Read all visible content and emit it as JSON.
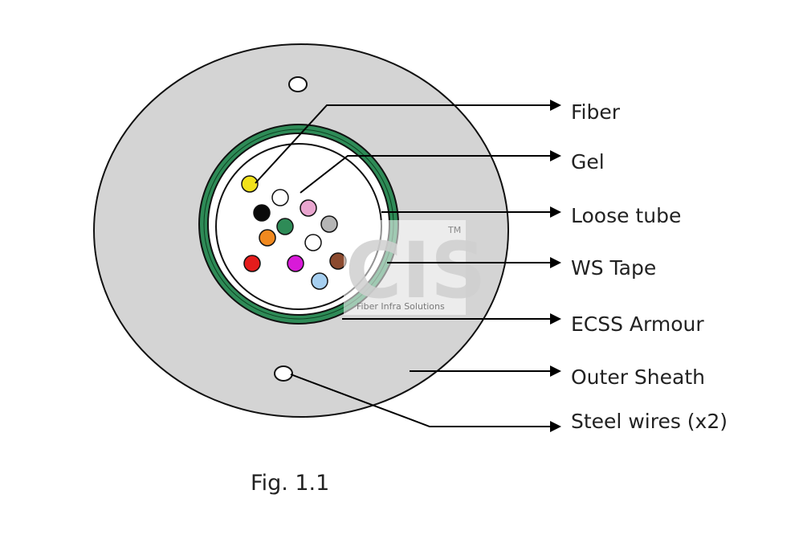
{
  "labels": [
    "Fiber",
    "Gel",
    "Loose tube",
    "WS Tape",
    "ECSS Armour",
    "Outer Sheath",
    "Steel wires (x2)"
  ],
  "caption": "Fig. 1.1",
  "watermark": {
    "tm": "TM",
    "text": "Fiber Infra Solutions"
  },
  "colors": {
    "sheath": "#d4d4d4",
    "armour": "#2e8b57",
    "fibers": [
      "#f1e21b",
      "#ffffff",
      "#0a0a0a",
      "#e9a6cf",
      "#2e8b57",
      "#b5b5b5",
      "#f0891f",
      "#ffffff",
      "#e51c1c",
      "#d81ad8",
      "#8b4a2f",
      "#a6cff0"
    ]
  }
}
